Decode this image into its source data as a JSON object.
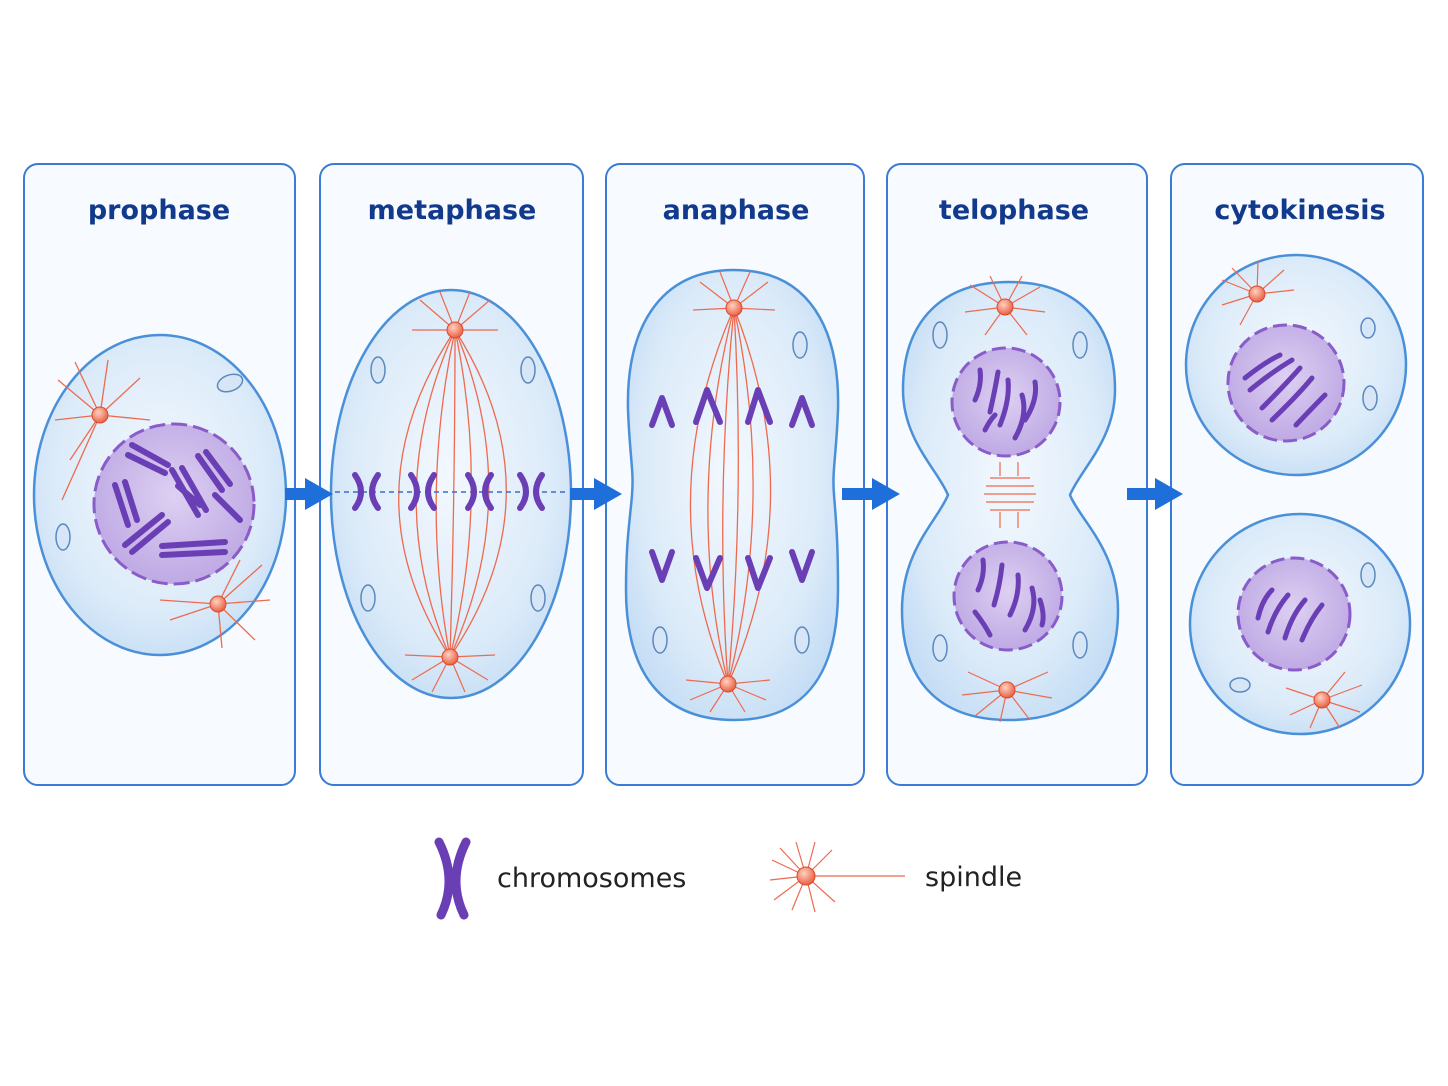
{
  "phases": [
    {
      "id": "prophase",
      "title": "prophase"
    },
    {
      "id": "metaphase",
      "title": "metaphase"
    },
    {
      "id": "anaphase",
      "title": "anaphase"
    },
    {
      "id": "telophase",
      "title": "telophase"
    },
    {
      "id": "cytokinesis",
      "title": "cytokinesis"
    }
  ],
  "legend": {
    "chromosomes": "chromosomes",
    "spindle": "spindle"
  },
  "colors": {
    "panel_border": "#3a7bd5",
    "title": "#123a8c",
    "arrow": "#1e6fd9",
    "cell_fill": "#dcebf9",
    "cell_border": "#4a90d9",
    "nucleus_fill": "#c9b8e8",
    "nucleus_border": "#8a5cc9",
    "chromosome": "#6a3fb5",
    "spindle": "#ee6a4e",
    "centrosome": "#f08060"
  }
}
